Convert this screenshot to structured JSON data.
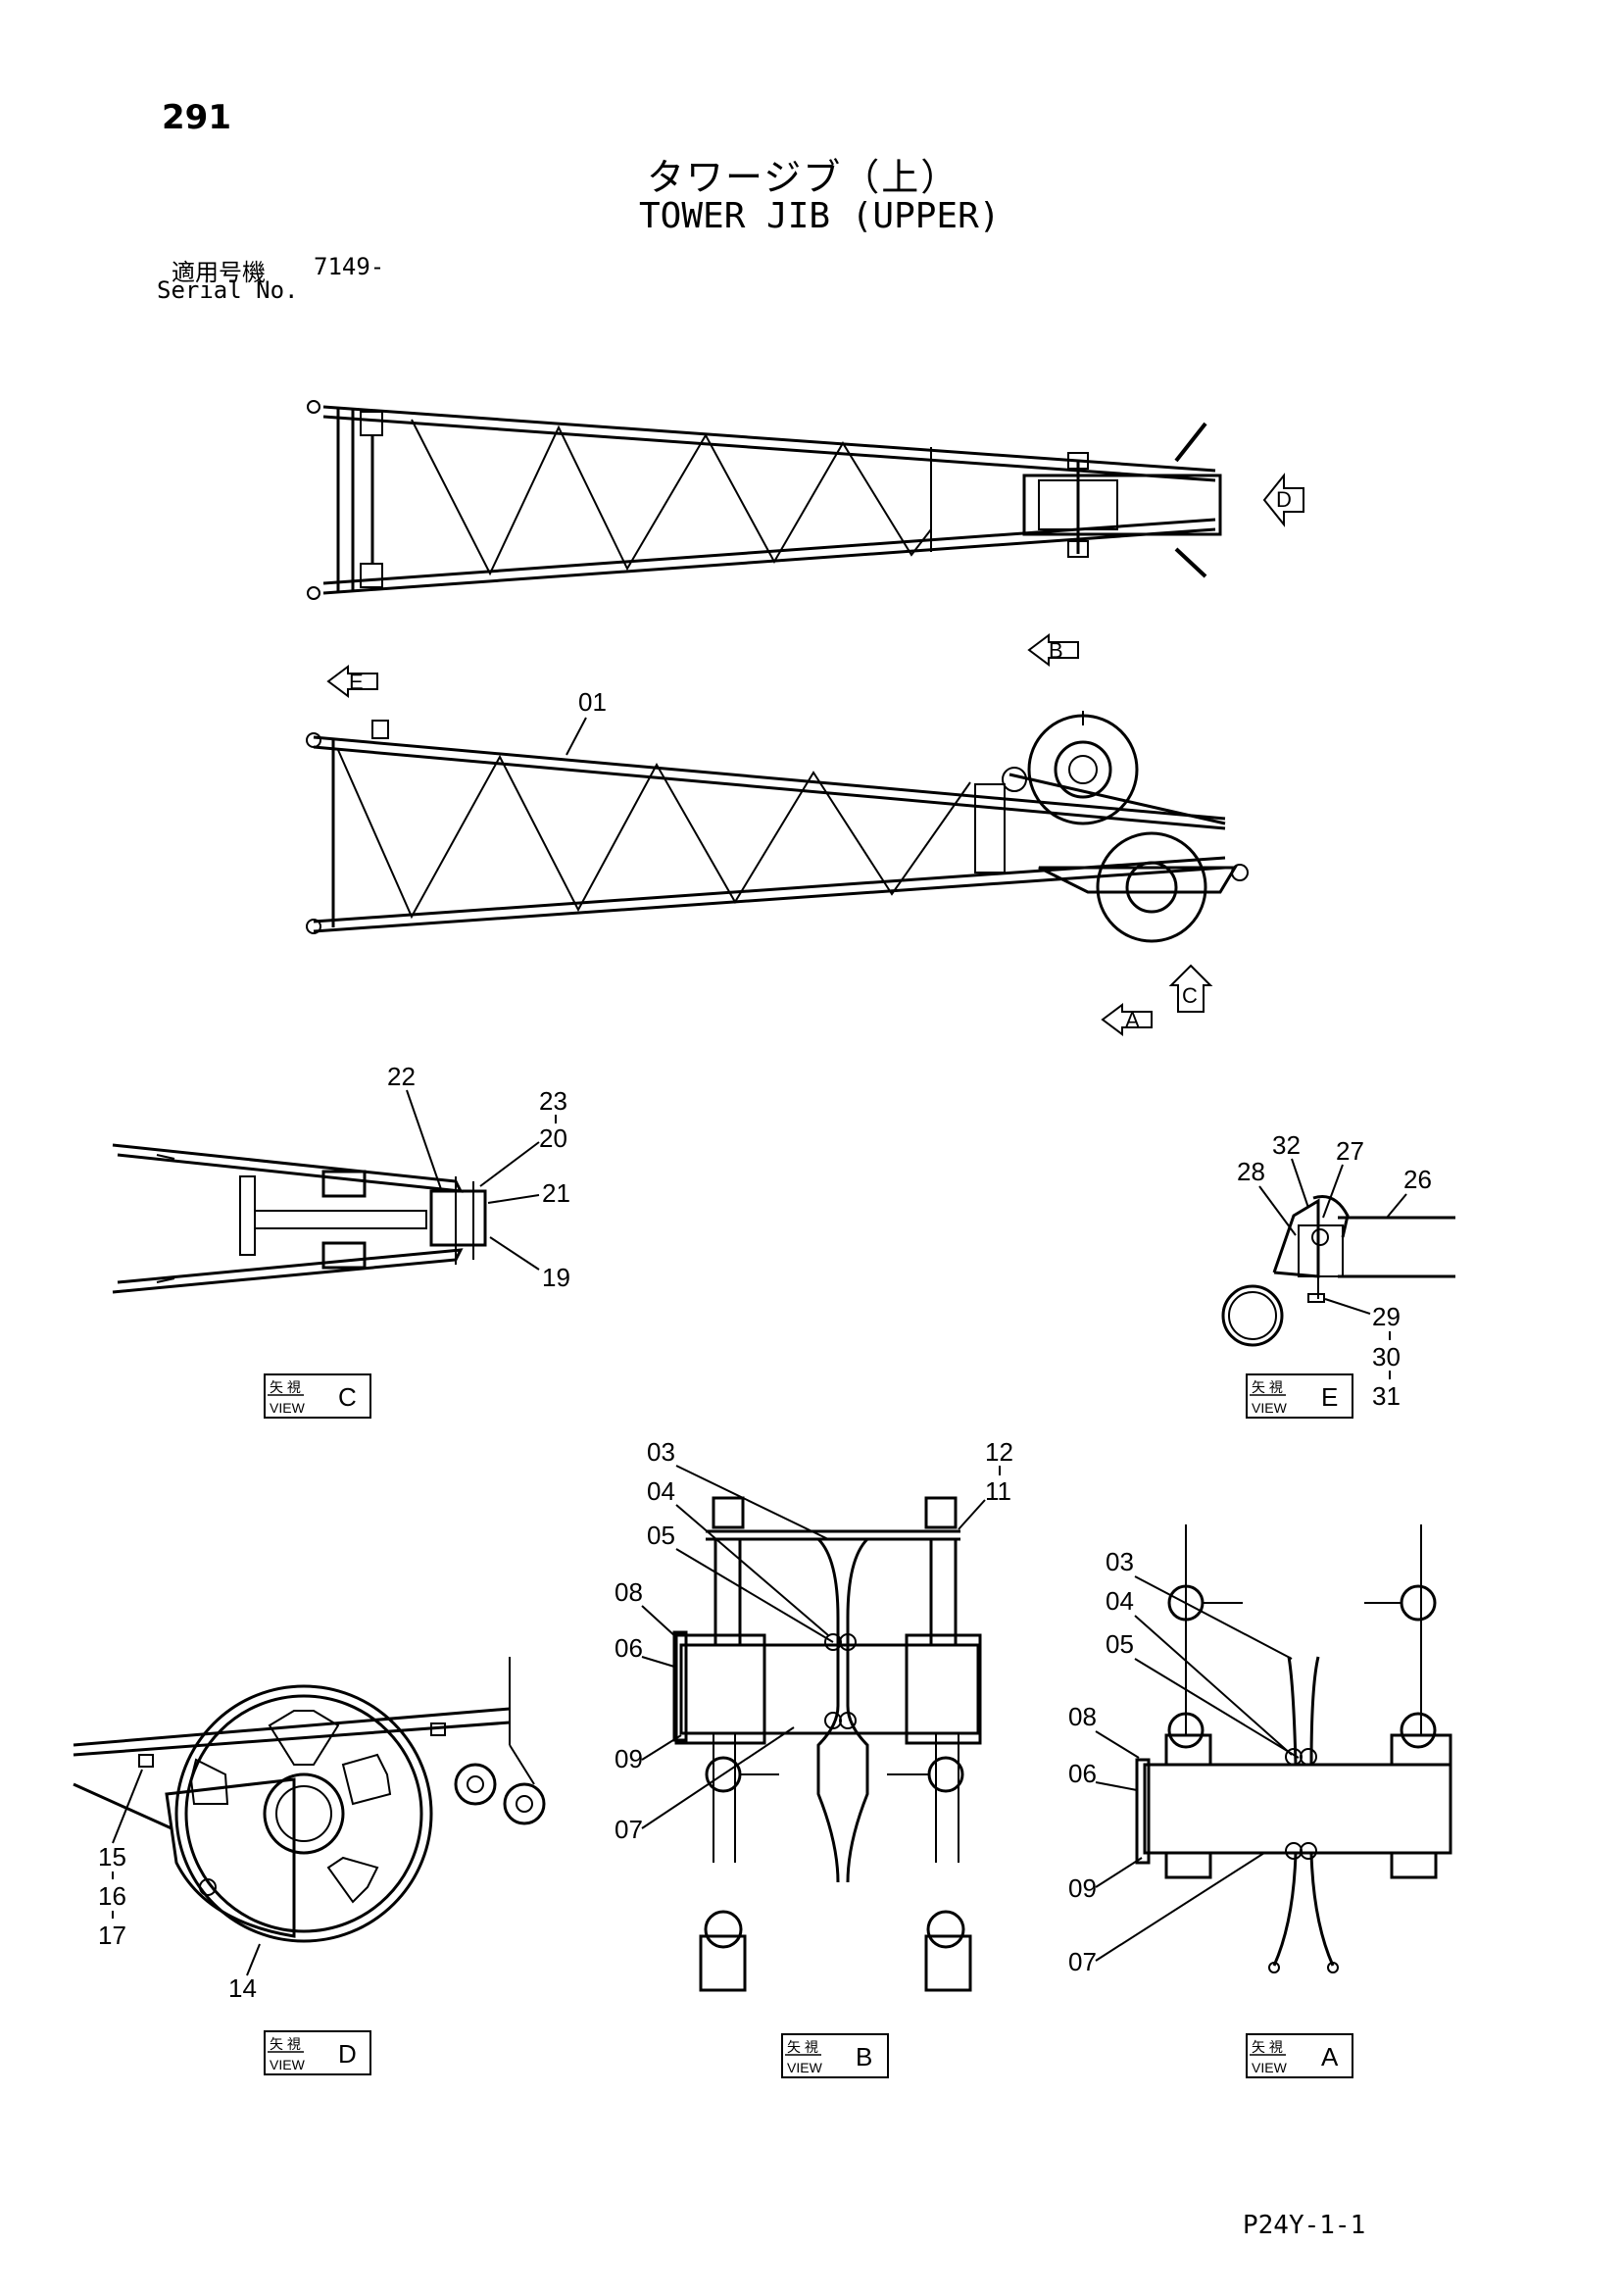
{
  "header": {
    "page_number": "291",
    "title_jp": "タワージブ（上）",
    "title_en": "TOWER JIB (UPPER)",
    "serial_label_jp": "適用号機",
    "serial_value": "7149-",
    "serial_label_en": "Serial No."
  },
  "footer": {
    "doc_code": "P24Y-1-1"
  },
  "arrows": {
    "A": "A",
    "B": "B",
    "C": "C",
    "D": "D",
    "E": "E"
  },
  "views": {
    "label_jp": "矢 視",
    "label_en": "VIEW",
    "C": "C",
    "E": "E",
    "D": "D",
    "B": "B",
    "A": "A"
  },
  "callouts": {
    "main": [
      "01"
    ],
    "view_c": [
      "22",
      "23",
      "20",
      "21",
      "19"
    ],
    "view_e": [
      "32",
      "27",
      "28",
      "26",
      "29",
      "30",
      "31"
    ],
    "view_b": [
      "03",
      "04",
      "05",
      "08",
      "06",
      "09",
      "07",
      "12",
      "11"
    ],
    "view_a": [
      "03",
      "04",
      "05",
      "08",
      "06",
      "09",
      "07"
    ],
    "view_d": [
      "15",
      "16",
      "17",
      "14"
    ]
  }
}
